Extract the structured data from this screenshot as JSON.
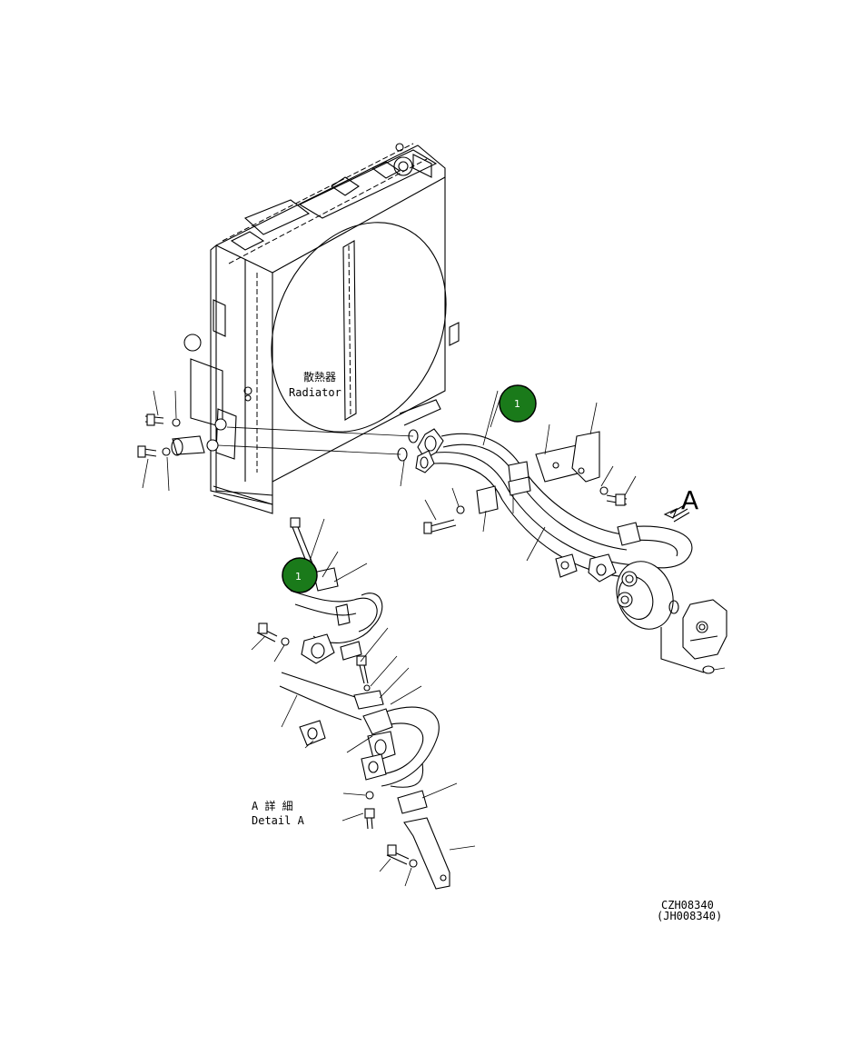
{
  "labels": {
    "radiator_jp": "散熱器",
    "radiator_en": "Radiator",
    "detail_jp": "A 詳 細",
    "detail_en": "Detail A",
    "view_letter": "A",
    "drawing_no": "CZH08340",
    "drawing_no_alt": "(JH008340)"
  },
  "callouts": [
    {
      "number": "1"
    },
    {
      "number": "1"
    }
  ],
  "colors": {
    "callout_fill": "#1a7a1a",
    "line": "#000000",
    "background": "#ffffff"
  }
}
